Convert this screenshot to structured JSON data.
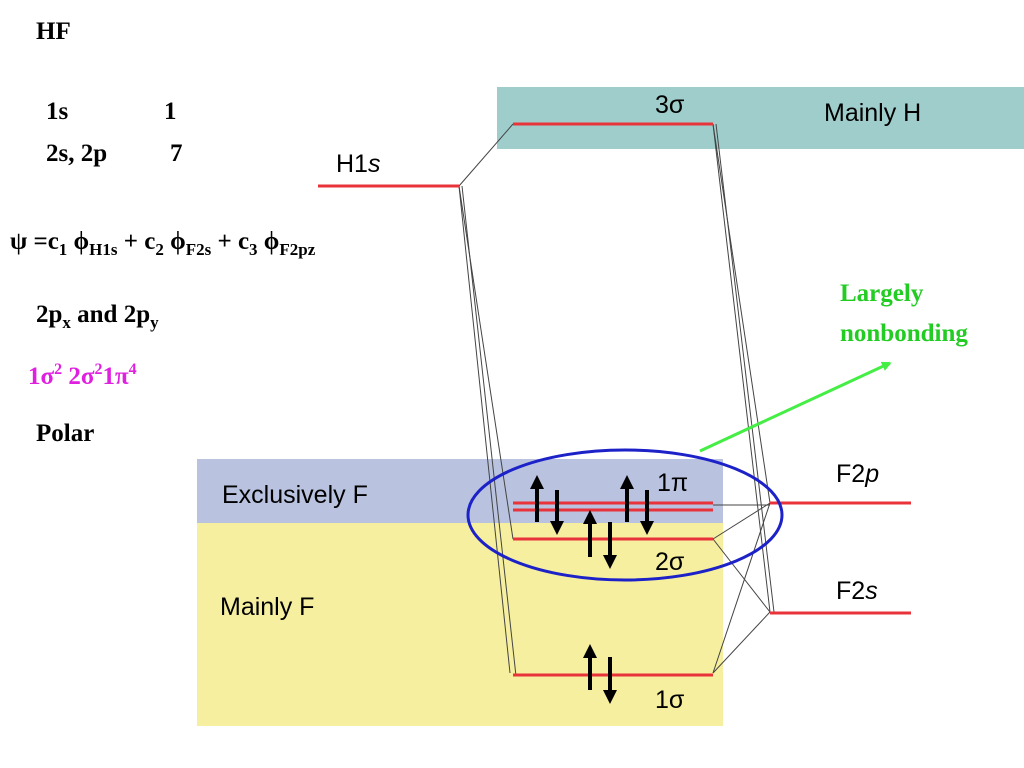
{
  "colors": {
    "mainly_h_band": "#9fcdcc",
    "exclusively_f_band": "#b9c3e0",
    "mainly_f_band": "#f5ef9f",
    "level": "#e8333a",
    "ellipse": "#1c22c8",
    "arrow_green": "#44ee44",
    "config_text": "#e020e0",
    "nonbonding_text": "#22cc22"
  },
  "left_panel": {
    "molecule": "HF",
    "electrons": [
      {
        "orbital": "1s",
        "count": "1"
      },
      {
        "orbital": "2s, 2p",
        "count": "7"
      }
    ],
    "wavefunction": {
      "psi": "ψ =c",
      "c1_sub": "1",
      "phi1": " ϕ",
      "phi1_sub": "H1s",
      "plus1": " + c",
      "c2_sub": "2",
      "phi2": " ϕ",
      "phi2_sub": "F2s",
      "plus2": " + c",
      "c3_sub": "3",
      "phi3": " ϕ",
      "phi3_sub": "F2pz"
    },
    "nonbonding": {
      "a": "2p",
      "a_sub": "x",
      "mid": " and 2p",
      "b_sub": "y"
    },
    "configuration": {
      "s1": "1σ",
      "s1_sup": "2",
      "s2": " 2σ",
      "s2_sup": "2",
      "s3": "1π",
      "s3_sup": "4"
    },
    "character": "Polar"
  },
  "diagram": {
    "bands": {
      "mainly_h": "Mainly H",
      "exclusively_f": "Exclusively F",
      "mainly_f": "Mainly F"
    },
    "atomic_orbitals": {
      "h1s": {
        "main": "H1",
        "italic": "s"
      },
      "f2p": {
        "main": "F2",
        "italic": "p"
      },
      "f2s": {
        "main": "F2",
        "italic": "s"
      }
    },
    "molecular_orbitals": {
      "sigma3": "3σ",
      "pi1": "1π",
      "sigma2": "2σ",
      "sigma1": "1σ"
    },
    "annotation": {
      "line1": "Largely",
      "line2": "nonbonding"
    }
  }
}
